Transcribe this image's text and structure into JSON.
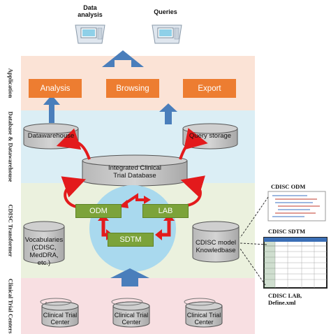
{
  "layers": {
    "application": "Application",
    "database": "Database & Datawarehouse",
    "transformer": "CDISC Transformer",
    "centers": "Clinical Trial Centers"
  },
  "outputs": {
    "data_analysis": "Data analysis",
    "queries": "Queries"
  },
  "application": {
    "analysis": "Analysis",
    "browsing": "Browsing",
    "export": "Export"
  },
  "storage": {
    "datawarehouse": "Datawarehouse",
    "query_storage": "Query storage",
    "integrated_db_line1": "Integrated Clinical",
    "integrated_db_line2": "Trial Database"
  },
  "transformer": {
    "odm": "ODM",
    "lab": "LAB",
    "sdtm": "SDTM",
    "vocab_line1": "Vocabularies",
    "vocab_line2": "(CDISC,",
    "vocab_line3": "MedDRA, etc.)",
    "kb_line1": "CDISC model",
    "kb_line2": "Knowledbase"
  },
  "centers": {
    "line1": "Clinical Trial",
    "line2": "Center"
  },
  "standards": {
    "odm": "CDISC ODM",
    "sdtm": "CDISC SDTM",
    "lab_line1": "CDISC LAB,",
    "lab_line2": "Define.xml"
  },
  "colors": {
    "application_band": "#fbe3d6",
    "database_band": "#dbeef5",
    "transformer_band": "#ebf1de",
    "centers_band": "#f8dfe2",
    "accent_orange": "#ed7d31",
    "accent_green": "#7ca33a",
    "arrow_blue": "#4a7ebb",
    "arrow_red": "#e31a1c",
    "circle": "#a9d9ee"
  }
}
